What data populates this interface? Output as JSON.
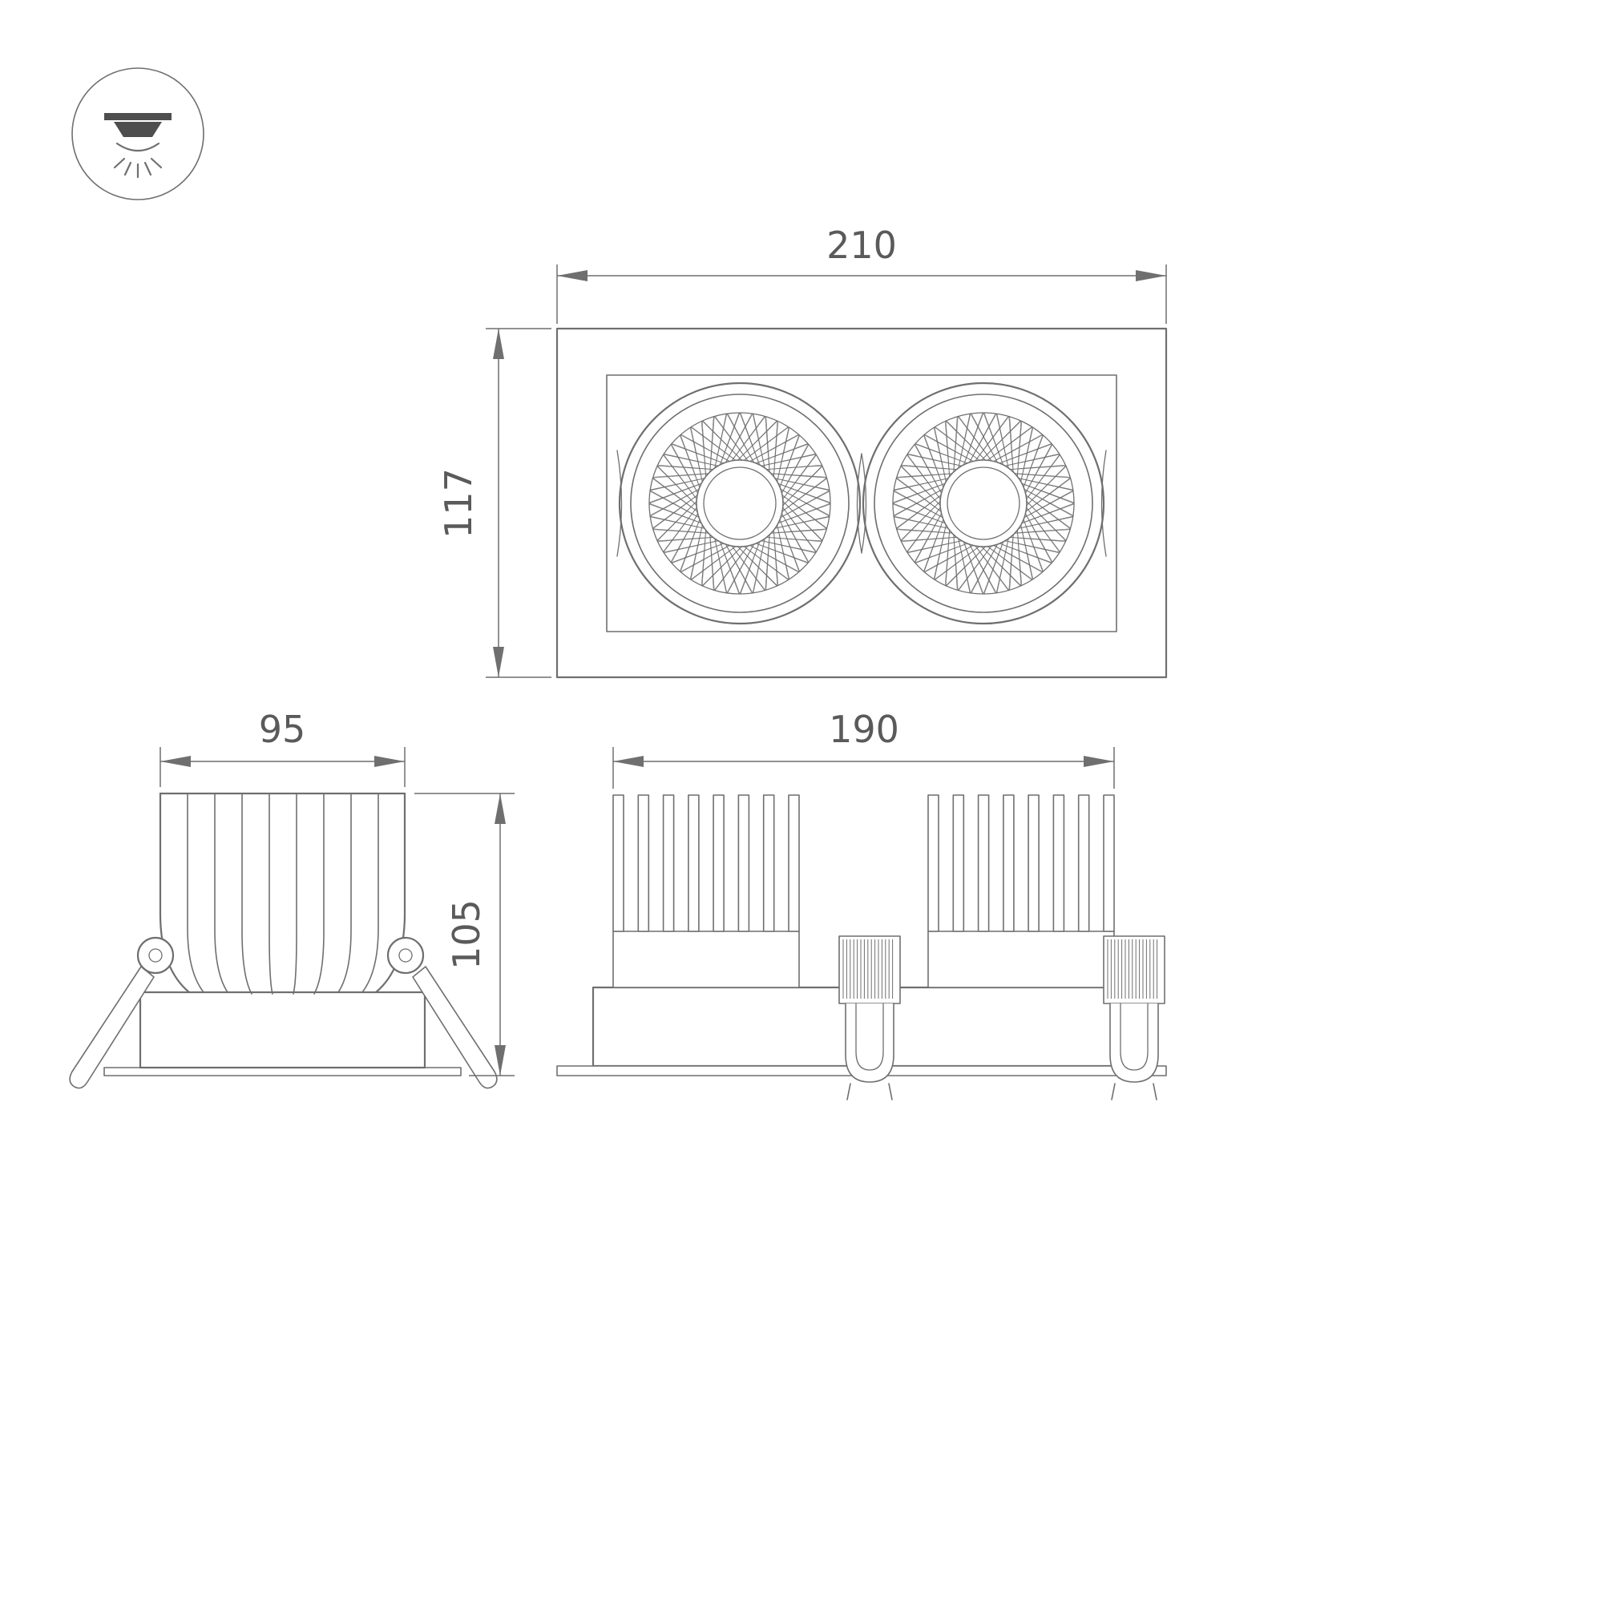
{
  "colors": {
    "line": "#6f6f6f",
    "text": "#5a5a5a",
    "dark": "#4e4e4e",
    "background": "#ffffff"
  },
  "icon": {
    "name": "recessed-downlight-icon"
  },
  "views": {
    "front": {
      "width_label": "210",
      "height_label": "117"
    },
    "side": {
      "width_label": "95",
      "height_label": "105"
    },
    "bottom": {
      "width_label": "190"
    }
  }
}
